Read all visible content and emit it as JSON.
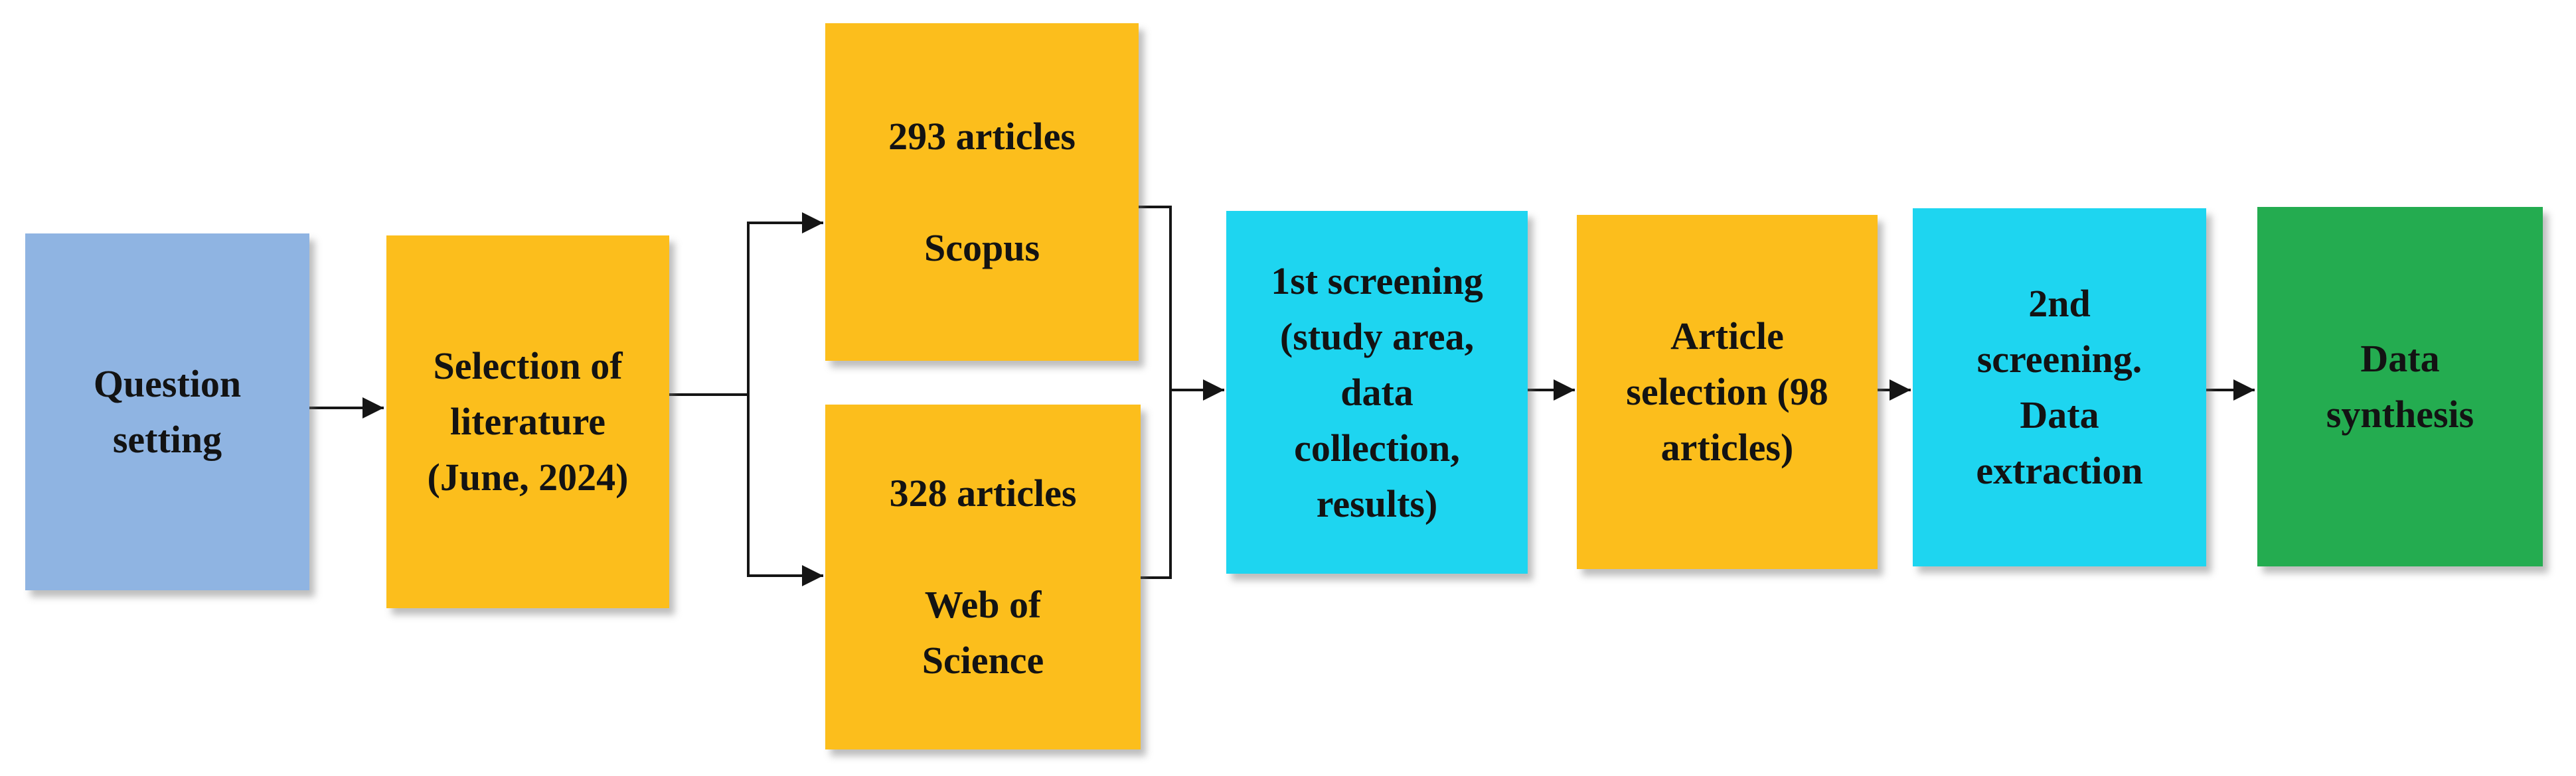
{
  "colors": {
    "background": "#FFFFFF",
    "question_blue": "#8FB4E2",
    "literature_orange": "#FCBE1C",
    "screening_cyan": "#1ED5F0",
    "synthesis_green": "#24AC50",
    "connector": "#151515",
    "text": "#131313"
  },
  "boxes": [
    {
      "id": "question-setting",
      "text": "Question\nsetting",
      "color": "#8FB4E2"
    },
    {
      "id": "selection-of-literature",
      "text": "Selection of\nliterature\n(June, 2024)",
      "color": "#FCBE1C"
    },
    {
      "id": "scopus",
      "text": "293 articles\n\nScopus",
      "color": "#FCBE1C"
    },
    {
      "id": "web-of-science",
      "text": "328 articles\n\nWeb of\nScience",
      "color": "#FCBE1C"
    },
    {
      "id": "first-screening",
      "text": "1st screening\n(study area,\ndata\ncollection,\nresults)",
      "color": "#1ED5F0"
    },
    {
      "id": "article-selection",
      "text": "Article\nselection (98\narticles)",
      "color": "#FCBE1C"
    },
    {
      "id": "second-screening",
      "text": "2nd\nscreening.\nData\nextraction",
      "color": "#1ED5F0"
    },
    {
      "id": "data-synthesis",
      "text": "Data\nsynthesis",
      "color": "#24AC50"
    }
  ],
  "flow": [
    {
      "from": "question-setting",
      "to": "selection-of-literature"
    },
    {
      "from": "selection-of-literature",
      "to": "scopus"
    },
    {
      "from": "selection-of-literature",
      "to": "web-of-science"
    },
    {
      "from": "scopus",
      "to": "first-screening"
    },
    {
      "from": "web-of-science",
      "to": "first-screening"
    },
    {
      "from": "first-screening",
      "to": "article-selection"
    },
    {
      "from": "article-selection",
      "to": "second-screening"
    },
    {
      "from": "second-screening",
      "to": "data-synthesis"
    }
  ]
}
